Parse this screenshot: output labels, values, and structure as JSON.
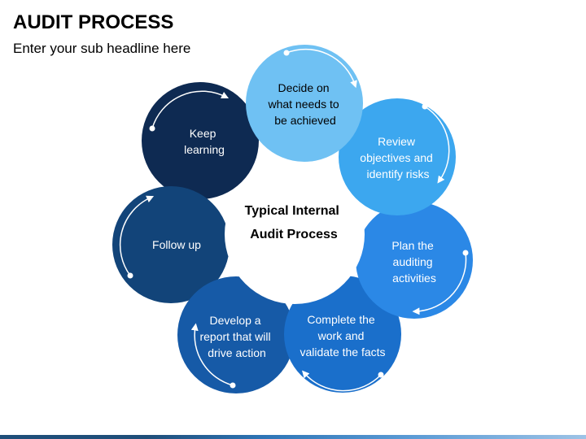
{
  "header": {
    "title": "AUDIT PROCESS",
    "subtitle": "Enter your sub headline here"
  },
  "center": {
    "line1": "Typical Internal",
    "line2": "Audit Process"
  },
  "steps": [
    {
      "lines": [
        "Decide on",
        "what needs to",
        "be achieved"
      ],
      "color": "#6fc1f3",
      "text_color": "#000000"
    },
    {
      "lines": [
        "Review",
        "objectives and",
        "identify risks"
      ],
      "color": "#3ca7ef",
      "text_color": "#ffffff"
    },
    {
      "lines": [
        "Plan the",
        "auditing",
        "activities"
      ],
      "color": "#2b88e6",
      "text_color": "#ffffff"
    },
    {
      "lines": [
        "Complete the",
        "work and",
        "validate the facts"
      ],
      "color": "#1a6fcb",
      "text_color": "#ffffff"
    },
    {
      "lines": [
        "Develop a",
        "report that will",
        "drive action"
      ],
      "color": "#165aa7",
      "text_color": "#ffffff"
    },
    {
      "lines": [
        "Follow up"
      ],
      "color": "#124479",
      "text_color": "#ffffff"
    },
    {
      "lines": [
        "Keep",
        "learning"
      ],
      "color": "#0e2a52",
      "text_color": "#ffffff"
    }
  ]
}
